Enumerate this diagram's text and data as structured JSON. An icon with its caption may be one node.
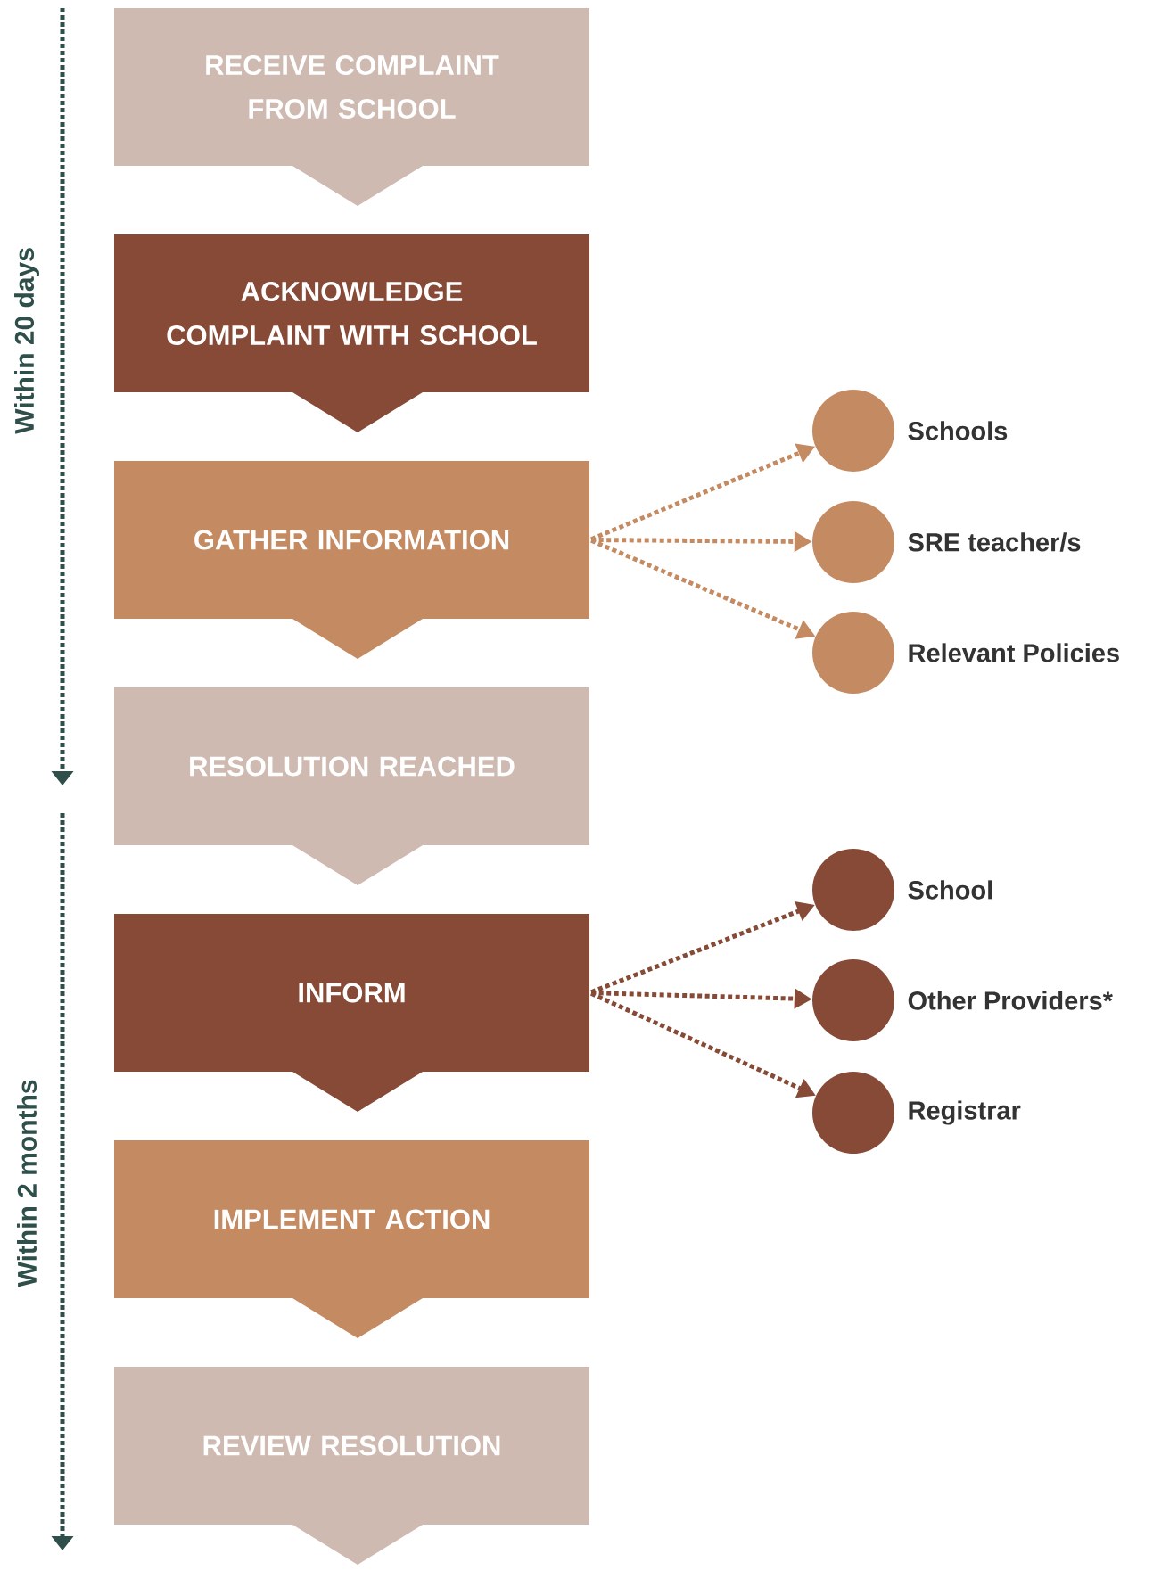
{
  "diagram": {
    "nodes": [
      {
        "text": [
          "RECEIVE COMPLAINT FROM SCHOOL"
        ]
      },
      {
        "text": [
          "ACKNOWLEDGE COMPLAINT WITH SCHOOL"
        ]
      },
      {
        "text": [
          "GATHER INFORMATION"
        ]
      },
      {
        "text": [
          "RESOLUTION REACHED"
        ]
      },
      {
        "text": [
          "INFORM"
        ]
      },
      {
        "text": [
          "IMPLEMENT ACTION"
        ]
      },
      {
        "text": [
          "REVIEW RESOLUTION"
        ]
      },
      {
        "text": [],
        "shape": "circle",
        "beside": [
          "Schools"
        ]
      },
      {
        "text": [],
        "shape": "circle",
        "beside": [
          "SRE teacher/s"
        ]
      },
      {
        "text": [],
        "shape": "circle",
        "beside": [
          "Relevant Policies"
        ]
      },
      {
        "text": [],
        "shape": "circle",
        "beside": [
          "School"
        ]
      },
      {
        "text": [],
        "shape": "circle",
        "beside": [
          "Other Providers*"
        ]
      },
      {
        "text": [],
        "shape": "circle",
        "beside": [
          "Registrar"
        ]
      }
    ],
    "edges": [
      {
        "from": 2,
        "to": 7,
        "arrow": "to",
        "style": "dashed",
        "color": "#c48a61"
      },
      {
        "from": 2,
        "to": 8,
        "arrow": "to",
        "style": "dashed",
        "color": "#c48a61"
      },
      {
        "from": 2,
        "to": 9,
        "arrow": "to",
        "style": "dashed",
        "color": "#c48a61"
      },
      {
        "from": 4,
        "to": 10,
        "arrow": "to",
        "style": "dashed",
        "color": "#864a36"
      },
      {
        "from": 4,
        "to": 11,
        "arrow": "to",
        "style": "dashed",
        "color": "#864a36"
      },
      {
        "from": 4,
        "to": 12,
        "arrow": "to",
        "style": "dashed",
        "color": "#864a36"
      }
    ],
    "labels": [
      "Within 20 days",
      "Within 2 months"
    ]
  }
}
